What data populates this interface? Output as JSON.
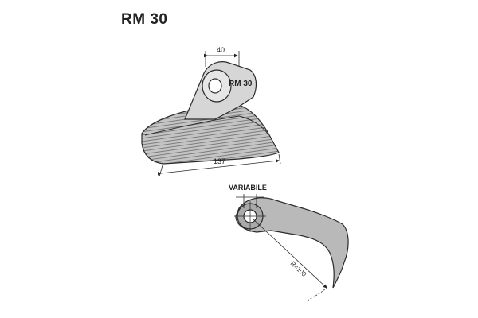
{
  "title": "RM 30",
  "iso_view": {
    "width_dim": "40",
    "length_dim": "137",
    "part_label": "RM 30"
  },
  "side_view": {
    "hole_label": "VARIABILE",
    "radius_label": "R=100"
  },
  "colors": {
    "line": "#2a2a2a",
    "fill": "#b9b9b9",
    "fill_dark": "#8e8e8e",
    "background": "#ffffff"
  }
}
